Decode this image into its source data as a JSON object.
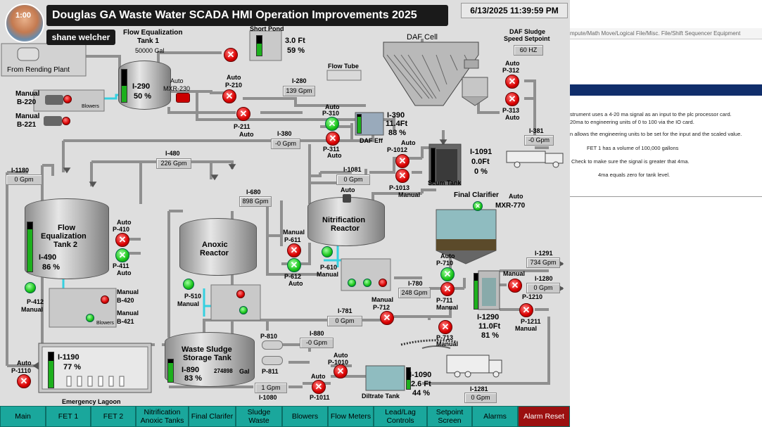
{
  "banner": {
    "title": "Douglas GA Waste Water SCADA HMI Operation Improvements 2025",
    "author": "shane welcher",
    "avatar_time": "1:00"
  },
  "datetime": "6/13/2025 11:39:59 PM",
  "labels": {
    "from_rending": "From Rending Plant",
    "feq1_title": "Flow Equalization",
    "feq1_sub": "Tank 1",
    "feq1_cap": "50000 Gal",
    "short_pond": "Short Pond",
    "short_pond_ft": "3.0 Ft",
    "short_pond_pct": "59 %",
    "daf_cell": "DAF Cell",
    "daf_sludge": "DAF Sludge",
    "speed_setpoint": "Speed Setpoint",
    "speed_val": "60  HZ",
    "flow_tube": "Flow Tube",
    "daf_eff": "DAF Eff",
    "scum_tank": "Scum Tank",
    "final_clarifier": "Final Clarifier",
    "feq2_title_1": "Flow",
    "feq2_title_2": "Equalization",
    "feq2_title_3": "Tank 2",
    "anoxic_1": "Anoxic",
    "anoxic_2": "Reactor",
    "nitrif_1": "Nitrification",
    "nitrif_2": "Reactor",
    "ws_1": "Waste Sludge",
    "ws_2": "Storage Tank",
    "emergency_lagoon": "Emergency Lagoon",
    "diltrate_tank": "Diltrate Tank",
    "blowers": "Blowers",
    "gal": "Gal",
    "ws_gal": "274898"
  },
  "instruments": {
    "i290": "I-290",
    "i290_pct": "50 %",
    "mxr230": "MXR-230",
    "i280": "I-280",
    "i280_val": "139 Gpm",
    "i390": "I-390",
    "i390_ft": "11.4Ft",
    "i390_pct": "88 %",
    "i380": "I-380",
    "i380_val": "-0  Gpm",
    "i381": "I-381",
    "i381_val": "-0  Gpm",
    "i1091": "I-1091",
    "i1091_ft": "0.0Ft",
    "i1091_pct": "0  %",
    "i1081": "I-1081",
    "i1081_val": "0  Gpm",
    "i480": "I-480",
    "i480_val": "226 Gpm",
    "i1180": "I-1180",
    "i1180_val": "0  Gpm",
    "i680": "I-680",
    "i680_val": "898 Gpm",
    "i490": "I-490",
    "i490_pct": "86 %",
    "i1291": "I-1291",
    "i1291_val": "734  Gpm",
    "i1280": "I-1280",
    "i1280_val": "0  Gpm",
    "i780": "I-780",
    "i780_val": "248  Gpm",
    "i781": "I-781",
    "i781_val": "0  Gpm",
    "i1290": "I-1290",
    "i1290_ft": "11.0Ft",
    "i1290_pct": "81 %",
    "i880": "I-880",
    "i880_val": "-0  Gpm",
    "i890": "I-890",
    "i890_pct": "83 %",
    "i1190": "I-1190",
    "i1190_pct": "77 %",
    "i1080": "I-1080",
    "i1080_val": "1  Gpm",
    "i1090": "I-1090",
    "i1090_ft": "2.6 Ft",
    "i1090_pct": "44 %",
    "i1281": "I-1281",
    "i1281_val": "0  Gpm",
    "mxr770": "MXR-770"
  },
  "modes": {
    "auto": "Auto",
    "manual": "Manual"
  },
  "equipment": {
    "b220": "B-220",
    "b221": "B-221",
    "p210": "P-210",
    "p211": "P-211",
    "p310": "P-310",
    "p311": "P-311",
    "p312": "P-312",
    "p313": "P-313",
    "p1012": "P-1012",
    "p1013": "P-1013",
    "p410": "P-410",
    "p411": "P-411",
    "p412": "P-412",
    "b420": "B-420",
    "b421": "B-421",
    "p510": "P-510",
    "p610": "P-610",
    "p611": "P-611",
    "p612": "P-612",
    "p710": "P-710",
    "p711": "P-711",
    "p712": "P-712",
    "p713": "P-713",
    "p1210": "P-1210",
    "p1211": "P-1211",
    "p810": "P-810",
    "p811": "P-811",
    "p1010": "P-1010",
    "p1011": "P-1011",
    "p1110": "P-1110"
  },
  "nav": [
    "Main",
    "FET 1",
    "FET 2",
    "Nitrification Anoxic Tanks",
    "Final Clarifer",
    "Sludge Waste",
    "Blowers",
    "Flow Meters",
    "Lead/Lag Controls",
    "Setpoint Screen",
    "Alarms",
    "Alarm Reset"
  ],
  "right_panel": {
    "menu": "mpute/Math  Move/Logical  File/Misc.  File/Shift  Sequencer  Equipment",
    "lines": [
      "strument uses a 4-20 ma signal as an input to the plc processor card.",
      "20ma to engineering units of 0 to 100 via the IO card.",
      "n allows the engineering units to be set for the input and the scaled value.",
      "FET 1 has a volume of 100,000 gallons",
      "Check to make sure the signal is greater that 4ma.",
      "4ma equals zero for tank level."
    ]
  },
  "colors": {
    "nav": "#1aa79c",
    "alarm_reset": "#9b1010",
    "pump_running": "#19c419",
    "pump_stopped": "#d90000",
    "level": "#1db01d",
    "air": "#35d0e0"
  }
}
